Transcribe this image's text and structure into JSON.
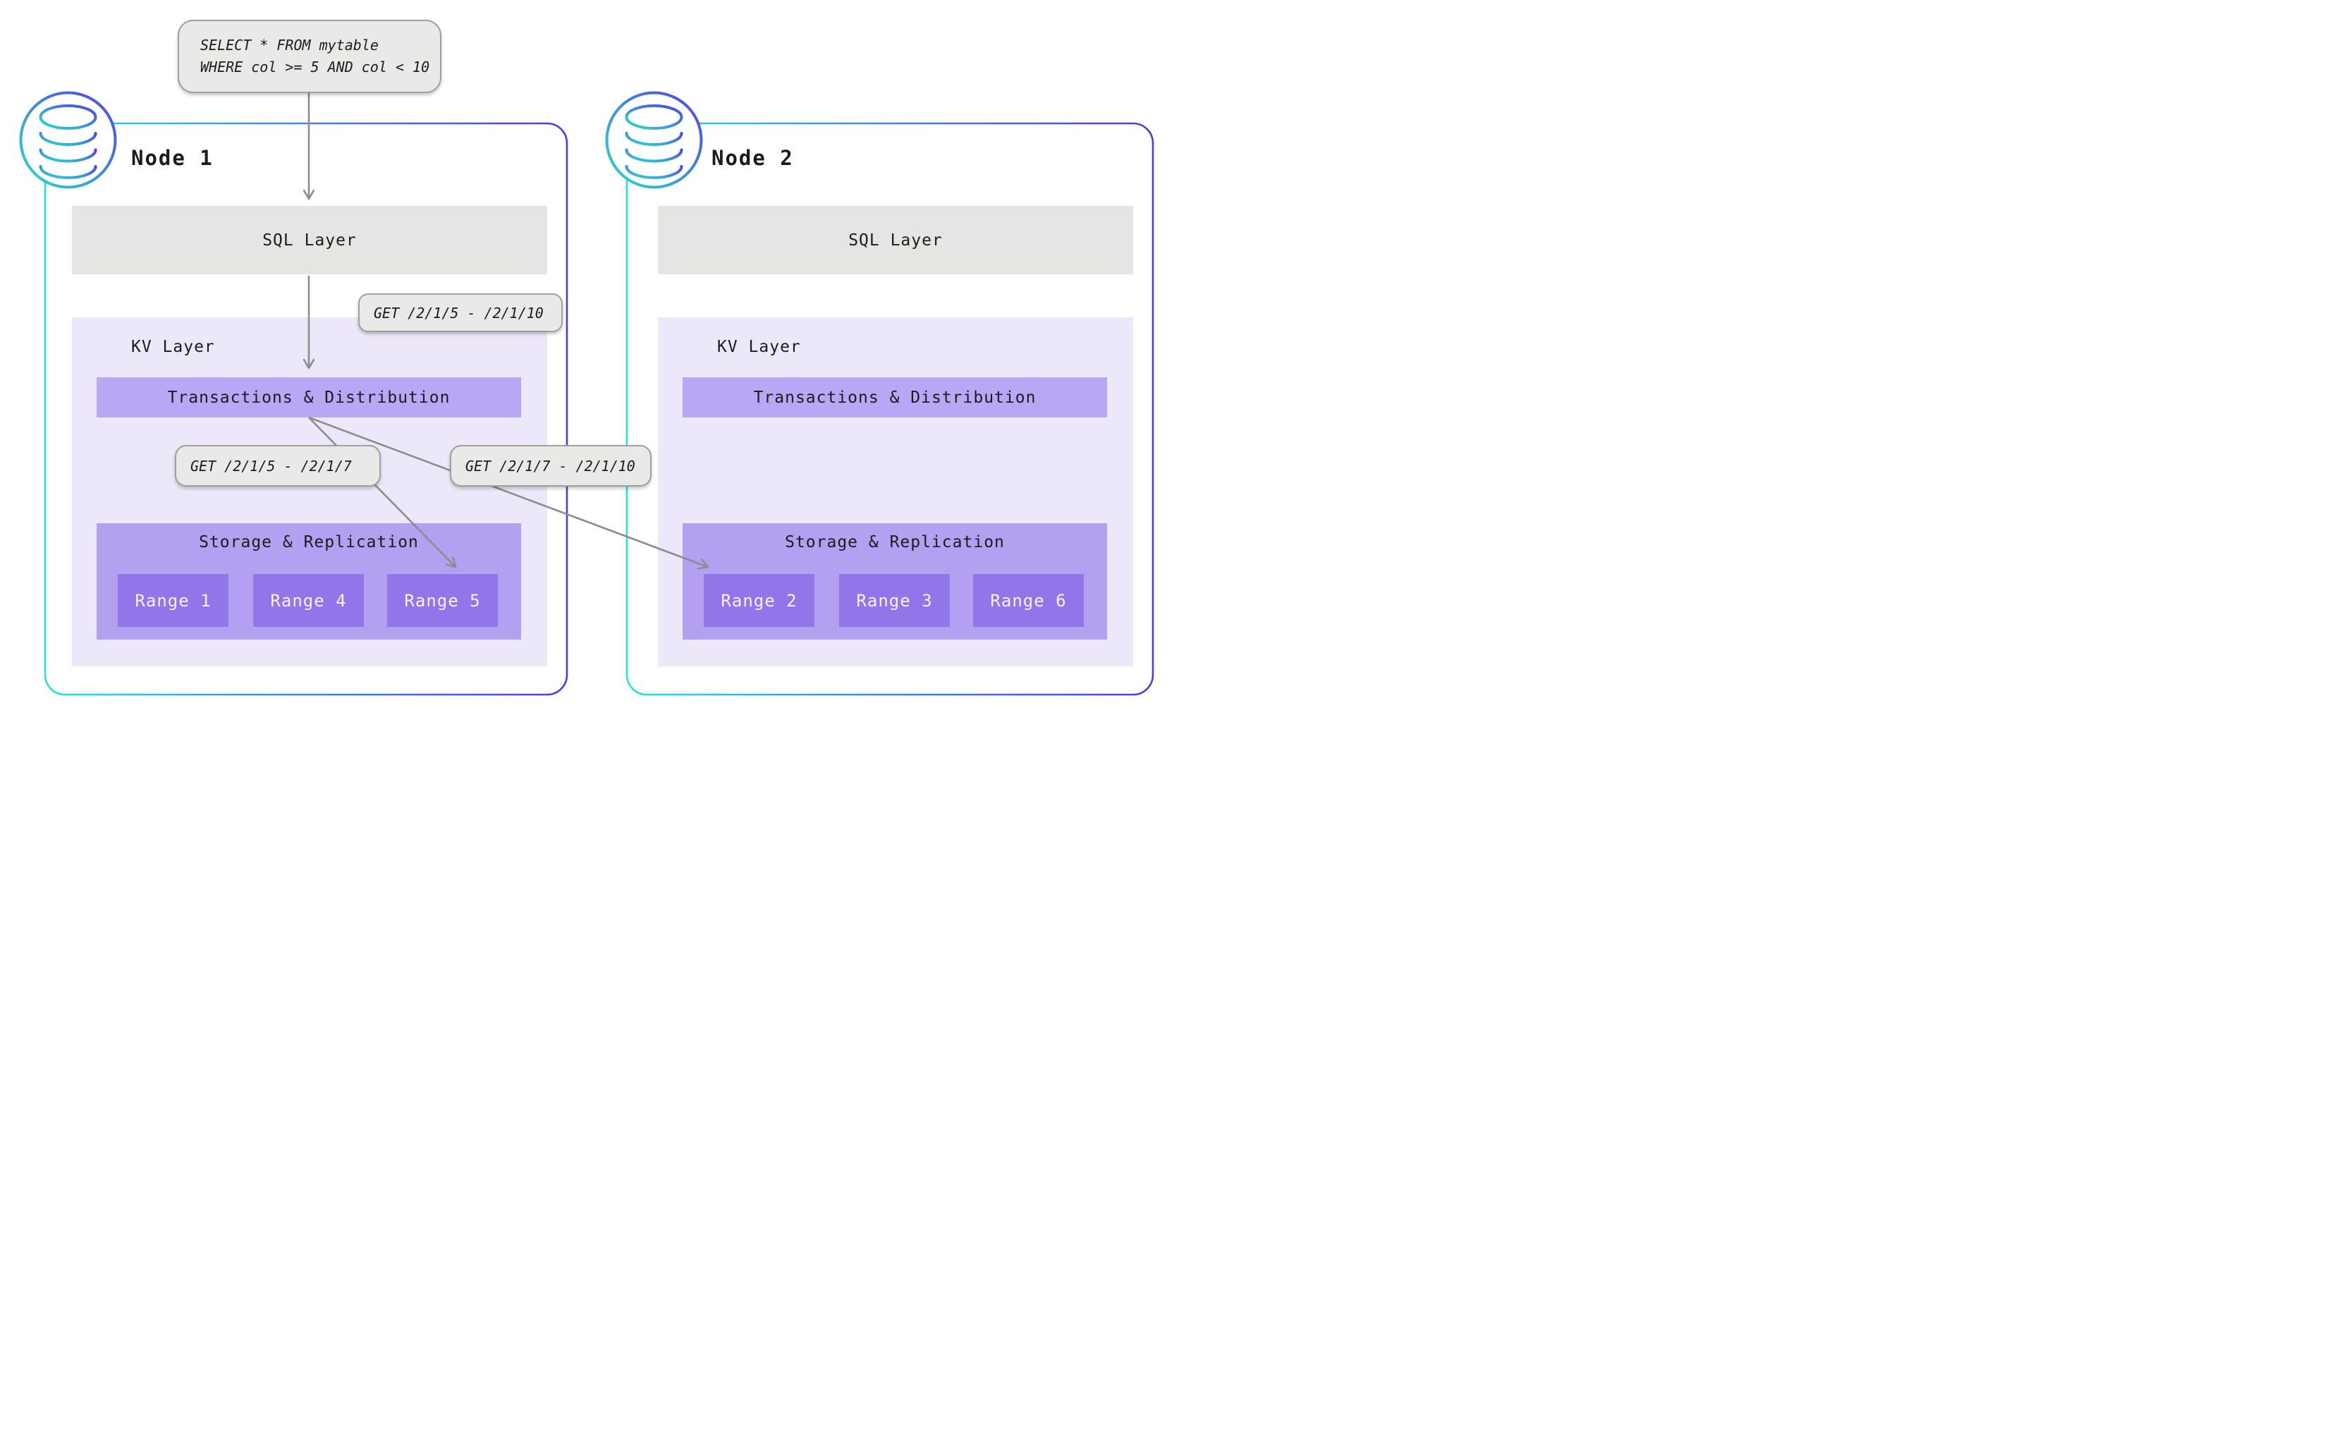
{
  "query": {
    "line1": "SELECT * FROM mytable",
    "line2": "WHERE col >= 5 AND col < 10"
  },
  "requests": {
    "full": "GET /2/1/5 - /2/1/10",
    "left_split": "GET /2/1/5 - /2/1/7",
    "right_split": "GET /2/1/7 - /2/1/10"
  },
  "nodes": [
    {
      "title": "Node 1",
      "sql_layer": "SQL Layer",
      "kv_layer": "KV Layer",
      "transactions": "Transactions & Distribution",
      "storage": "Storage & Replication",
      "ranges": [
        "Range 1",
        "Range 4",
        "Range 5"
      ]
    },
    {
      "title": "Node 2",
      "sql_layer": "SQL Layer",
      "kv_layer": "KV Layer",
      "transactions": "Transactions & Distribution",
      "storage": "Storage & Replication",
      "ranges": [
        "Range 2",
        "Range 3",
        "Range 6"
      ]
    }
  ],
  "icons": {
    "node_badge": "database-icon"
  },
  "colors": {
    "accent_teal": "#25e2d2",
    "accent_indigo": "#5438e5",
    "layer_grey": "#e5e6e4",
    "bubble_grey": "#e9eae8",
    "kv_lavender": "#ece8f9",
    "bar_purple": "#b9a6f5",
    "storage_purple": "#b3a0f0",
    "range_purple": "#9176ea",
    "arrow_grey": "#8c8c8e"
  }
}
